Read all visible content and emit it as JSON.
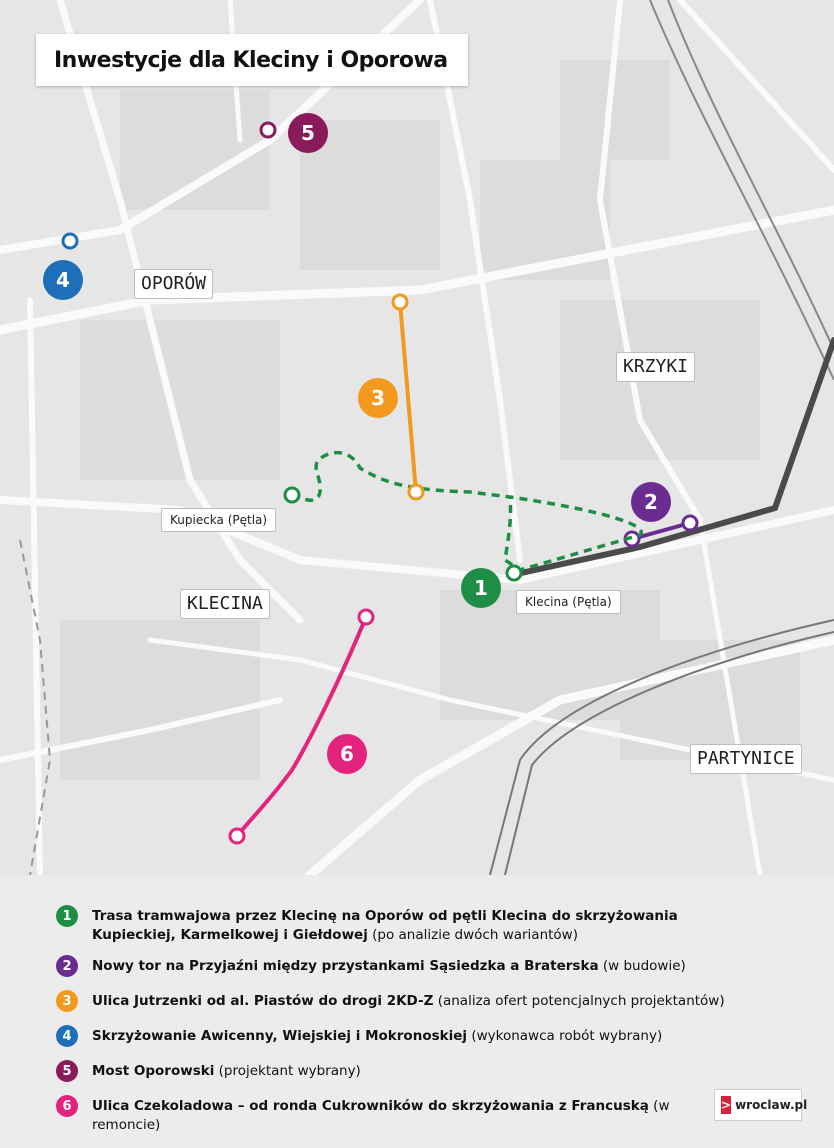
{
  "title": "Inwestycje dla Kleciny i Oporowa",
  "districts": {
    "oporow": "OPORÓW",
    "krzyki": "KRZYKI",
    "klecina": "KLECINA",
    "partynice": "PARTYNICE"
  },
  "stops": {
    "kupiecka": "Kupiecka (Pętla)",
    "klecina": "Klecina (Pętla)"
  },
  "markers": [
    "1",
    "2",
    "3",
    "4",
    "5",
    "6"
  ],
  "colors": {
    "1": "#1e8e44",
    "2": "#6a2c91",
    "3": "#f39a1e",
    "4": "#1c6fb8",
    "5": "#8b1a5a",
    "6": "#e3237d",
    "railway": "#4a4a4a"
  },
  "legend": [
    {
      "num": "1",
      "bold": "Trasa tramwajowa przez Klecinę na Oporów od pętli Klecina do skrzyżowania Kupieckiej, Karmelkowej i Giełdowej",
      "note": "(po analizie dwóch wariantów)"
    },
    {
      "num": "2",
      "bold": "Nowy tor na Przyjaźni między przystankami Sąsiedzka a Braterska",
      "note": "(w budowie)"
    },
    {
      "num": "3",
      "bold": "Ulica Jutrzenki od al. Piastów do drogi 2KD-Z",
      "note": "(analiza ofert potencjalnych projektantów)"
    },
    {
      "num": "4",
      "bold": "Skrzyżowanie Awicenny, Wiejskiej i Mokronoskiej",
      "note": "(wykonawca robót wybrany)"
    },
    {
      "num": "5",
      "bold": "Most Oporowski",
      "note": "(projektant wybrany)"
    },
    {
      "num": "6",
      "bold": "Ulica Czekoladowa – od ronda Cukrowników do skrzyżowania z Francuską",
      "note": "(w remoncie)"
    }
  ],
  "logo": {
    "text": "wroclaw.pl",
    "mark": ">"
  }
}
